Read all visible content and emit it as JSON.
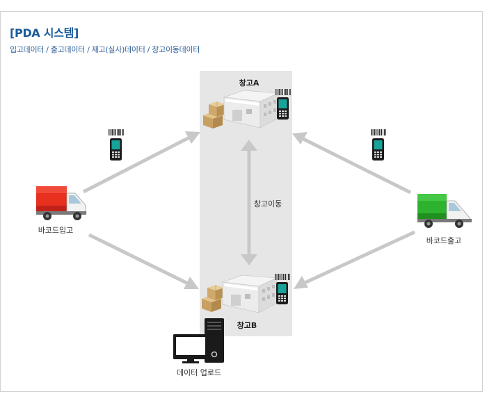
{
  "header": {
    "title": "[PDA 시스템]",
    "subtitle": "입고데이터 / 출고데이터 / 재고(실사)데이터 / 창고이동데이터"
  },
  "nodes": {
    "warehouse_a": "창고A",
    "warehouse_b": "창고B",
    "transfer": "창고이동",
    "barcode_in": "바코드입고",
    "barcode_out": "바코드출고",
    "data_upload": "데이터 업로드"
  },
  "colors": {
    "title": "#1b5a9a",
    "warehouse_band": "#e6e6e6",
    "arrow": "#c8c8c8",
    "truck_in_cargo": "#e8301f",
    "truck_out_cargo": "#2db32d",
    "pda_screen": "#17a399"
  },
  "icons": [
    "barcode-icon",
    "pda-icon",
    "truck-icon",
    "warehouse-icon",
    "boxes-icon",
    "computer-icon"
  ]
}
